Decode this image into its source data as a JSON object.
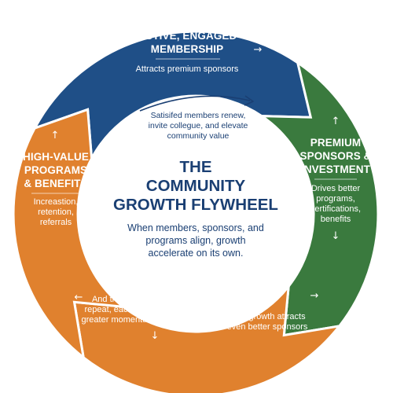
{
  "colors": {
    "blue": "#1f4f87",
    "green": "#3a7a3e",
    "orange": "#e0812e",
    "navy_text": "#1a3f73",
    "white": "#ffffff"
  },
  "segments": {
    "top": {
      "title_lines": [
        "ACTIVE, ENGAGED",
        "MEMBERSHIP"
      ],
      "text_lines": [
        "Attracts premium sponsors"
      ],
      "icon": "arrow-right-icon"
    },
    "right": {
      "title_lines": [
        "PREMIUM",
        "SPONSORS &",
        "INVESTMENT"
      ],
      "text_lines": [
        "Drives better",
        "programs,",
        "certifications,",
        "benefits"
      ],
      "icons": [
        "arrow-up-icon",
        "arrow-down-icon"
      ]
    },
    "bottom_right": {
      "text_lines": [
        "That growth attracts",
        "even better sponsors"
      ],
      "icon": "arrow-right-icon"
    },
    "bottom_left": {
      "text_lines": [
        "And the cycle",
        "repeat, each time",
        "greater momentum"
      ],
      "icons": [
        "arrow-left-icon",
        "arrow-down-icon"
      ]
    },
    "left": {
      "title_lines": [
        "HIGH-VALUE",
        "PROGRAMS",
        "& BENEFITS"
      ],
      "text_lines": [
        "Increastion,",
        "retention,",
        "referrals"
      ],
      "icon": "arrow-up-icon"
    }
  },
  "inner_note": {
    "text_lines": [
      "Satisifed members renew,",
      "invite collegue, and elevate",
      "community value"
    ]
  },
  "center": {
    "title_lines": [
      "THE",
      "COMMUNITY",
      "GROWTH FLYWHEEL"
    ],
    "text_lines": [
      "When members, sponsors, and",
      "programs align, growth",
      "accelerate on its own."
    ]
  }
}
